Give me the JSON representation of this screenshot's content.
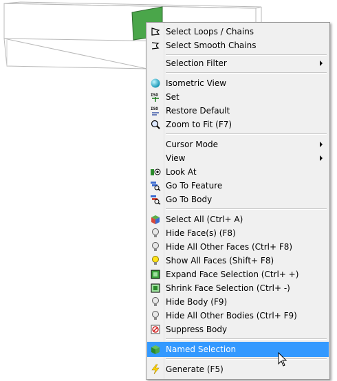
{
  "menu": {
    "group1": [
      "Select Loops / Chains",
      "Select Smooth Chains"
    ],
    "group2": [
      "Selection Filter"
    ],
    "group3": [
      "Isometric View",
      "Set",
      "Restore Default",
      "Zoom to Fit (F7)"
    ],
    "group4": [
      "Cursor Mode",
      "View",
      "Look At",
      "Go To Feature",
      "Go To Body"
    ],
    "group5": [
      "Select All (Ctrl+ A)",
      "Hide Face(s) (F8)",
      "Hide All Other Faces (Ctrl+ F8)",
      "Show All Faces (Shift+ F8)",
      "Expand Face Selection (Ctrl+ +)",
      "Shrink Face Selection (Ctrl+ -)",
      "Hide Body (F9)",
      "Hide All Other Bodies (Ctrl+ F9)",
      "Suppress Body"
    ],
    "group6": [
      "Named Selection"
    ],
    "group7": [
      "Generate (F5)"
    ],
    "highlighted": "Named Selection"
  },
  "icons": {
    "select_loops": "loop-chain-icon",
    "select_smooth": "smooth-chain-icon",
    "isometric": "isometric-sphere-icon",
    "iso_set": "iso-set-icon",
    "iso_restore": "iso-restore-icon",
    "zoom_fit": "zoom-fit-icon",
    "look_at": "look-at-icon",
    "go_feature": "go-to-feature-icon",
    "go_body": "go-to-body-icon",
    "select_all": "select-all-cube-icon",
    "bulb_off": "lightbulb-off-icon",
    "bulb_on": "lightbulb-on-icon",
    "expand": "expand-selection-icon",
    "shrink": "shrink-selection-icon",
    "suppress": "suppress-body-icon",
    "named": "named-selection-icon",
    "generate": "lightning-icon"
  },
  "colors": {
    "highlight": "#3399ff",
    "selected_face": "#4aa64a",
    "menu_bg": "#f0f0f0"
  }
}
